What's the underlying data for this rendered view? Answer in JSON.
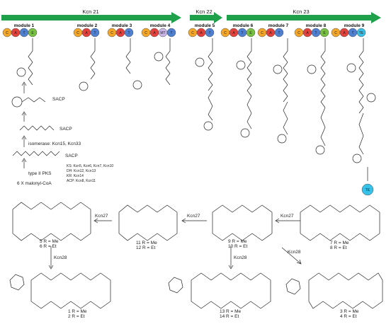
{
  "genes": [
    {
      "label": "Kcn 21"
    },
    {
      "label": "Kcn 22"
    },
    {
      "label": "Kcn 23"
    }
  ],
  "modules": [
    {
      "label": "module 1",
      "domains": [
        "C",
        "A",
        "T",
        "E"
      ]
    },
    {
      "label": "module 2",
      "domains": [
        "C",
        "A",
        "T"
      ]
    },
    {
      "label": "module 3",
      "domains": [
        "C",
        "A",
        "T"
      ]
    },
    {
      "label": "module 4",
      "domains": [
        "C",
        "A",
        "MT",
        "T"
      ]
    },
    {
      "label": "module 5",
      "domains": [
        "C",
        "A",
        "T"
      ]
    },
    {
      "label": "module 6",
      "domains": [
        "C",
        "A",
        "T",
        "E"
      ]
    },
    {
      "label": "module 7",
      "domains": [
        "C",
        "A",
        "T"
      ]
    },
    {
      "label": "module 8",
      "domains": [
        "C",
        "A",
        "T",
        "E"
      ]
    },
    {
      "label": "module 9",
      "domains": [
        "C",
        "A",
        "T",
        "TE"
      ]
    }
  ],
  "te_domain": "TE",
  "intermediates": [
    {
      "label": "SACP"
    },
    {
      "label": "SACP"
    },
    {
      "label": "SACP"
    }
  ],
  "pks": {
    "enzyme_note": "isomerase: Kcn15, Kcn33",
    "type_label": "type II PKS",
    "start_label": "6 X malonyl-CoA",
    "details": [
      "KS: Kcn5, Kcn6, Kcn7, Kcn10",
      "DH: Kcn12, Kcn13",
      "KR: Kcn14",
      "ACP: Kcn8, Kcn11"
    ]
  },
  "enzymes": {
    "k27a": "Kcn27",
    "k27b": "Kcn27",
    "k27c": "Kcn27",
    "k28a": "Kcn28",
    "k28b": "Kcn28",
    "k28c": "Kcn28"
  },
  "compounds": [
    {
      "nums": "5 R = Me",
      "nums2": "6 R = Et"
    },
    {
      "nums": "9 R = Me",
      "nums2": "10 R = Et"
    },
    {
      "nums": "11 R = Me",
      "nums2": "12 R = Et"
    },
    {
      "nums": "7 R = Me",
      "nums2": "8 R = Et"
    },
    {
      "nums": "1 R = Me",
      "nums2": "2 R = Et"
    },
    {
      "nums": "13 R = Me",
      "nums2": "14 R = Et"
    },
    {
      "nums": "3 R = Me",
      "nums2": "4 R = Et"
    }
  ],
  "colors": {
    "C": "#f4a629",
    "A": "#e2403a",
    "T": "#4e7fd1",
    "E": "#77c043",
    "MT": "#c9b6e6",
    "TE": "#38c1e8",
    "arrow": "#1fa04a"
  }
}
